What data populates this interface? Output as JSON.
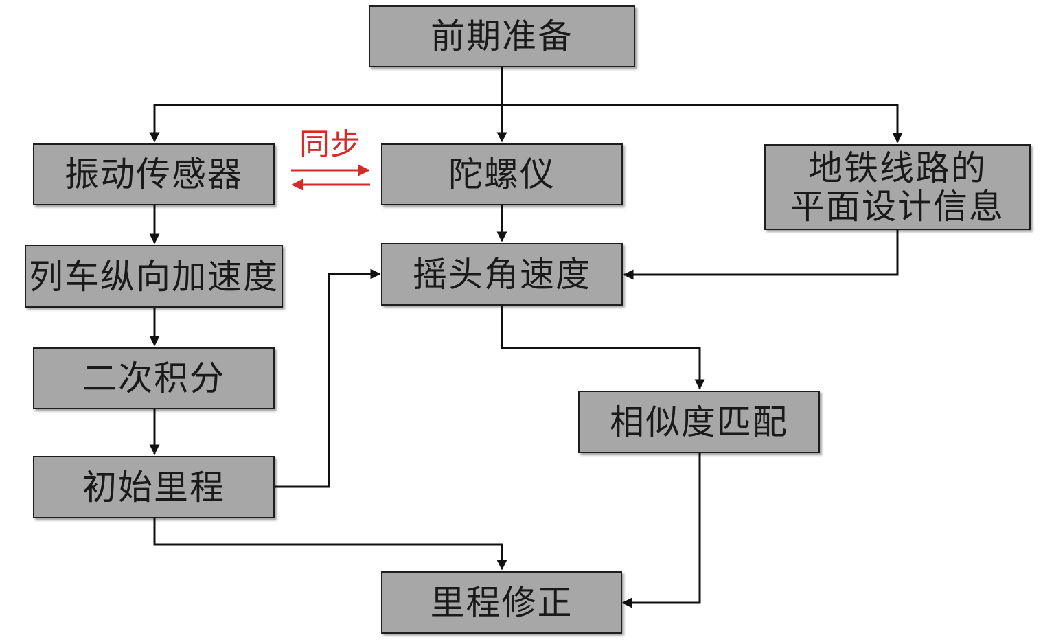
{
  "colors": {
    "box_fill": "#a7a7a7",
    "box_border": "#1e1e1e",
    "arrow": "#111111",
    "sync": "#d42a2a"
  },
  "nodes": {
    "prep": "前期准备",
    "vibration_sensor": "振动传感器",
    "gyroscope": "陀螺仪",
    "line_design_1": "地铁线路的",
    "line_design_2": "平面设计信息",
    "train_accel": "列车纵向加速度",
    "yaw_rate": "摇头角速度",
    "double_integral": "二次积分",
    "similarity": "相似度匹配",
    "initial_mileage": "初始里程",
    "mileage_correction": "里程修正"
  },
  "labels": {
    "sync": "同步"
  }
}
